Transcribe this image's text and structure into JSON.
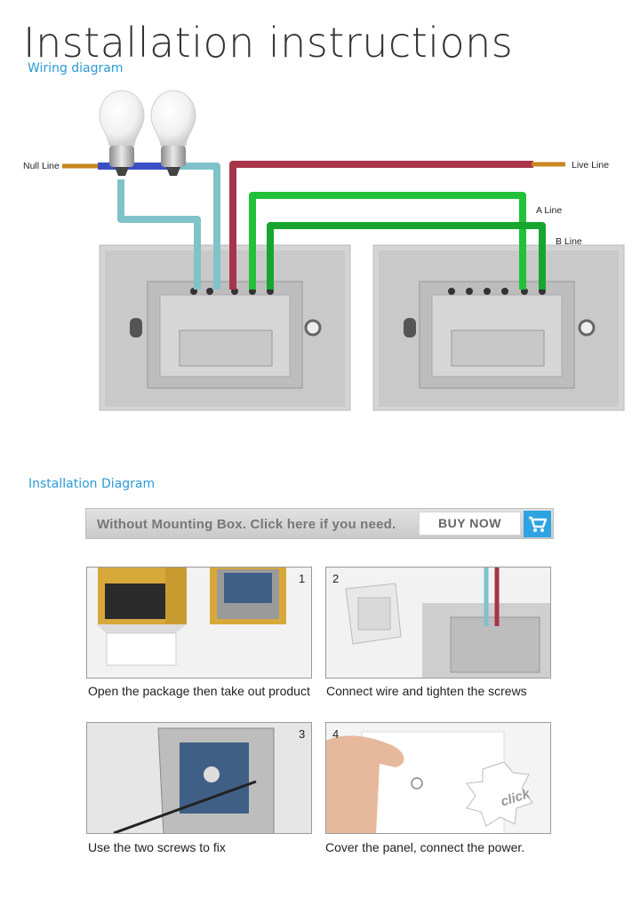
{
  "header": {
    "title": "Installation instructions",
    "wiring_label": "Wiring diagram"
  },
  "wiring": {
    "null_line": "Null Line",
    "live_line": "Live Line",
    "a_line": "A Line",
    "b_line": "B Line",
    "colors": {
      "null_wire": "#3a4fc4",
      "live_wire": "#a8344a",
      "a_wire": "#22c13a",
      "b_wire": "#17a52e",
      "lamp_wire": "#7fc2c9",
      "copper": "#c8861f"
    }
  },
  "install": {
    "label": "Installation Diagram",
    "banner_text": "Without Mounting Box. Click here if you need.",
    "buy_now": "BUY NOW",
    "cart_icon": "shopping-cart-icon",
    "accent": "#2ea3e2",
    "steps": [
      {
        "num": "1",
        "caption": "Open the package then take out product"
      },
      {
        "num": "2",
        "caption": "Connect wire and tighten the screws"
      },
      {
        "num": "3",
        "caption": "Use the two screws to fix"
      },
      {
        "num": "4",
        "caption": "Cover the panel, connect the power.",
        "badge": "click"
      }
    ]
  }
}
